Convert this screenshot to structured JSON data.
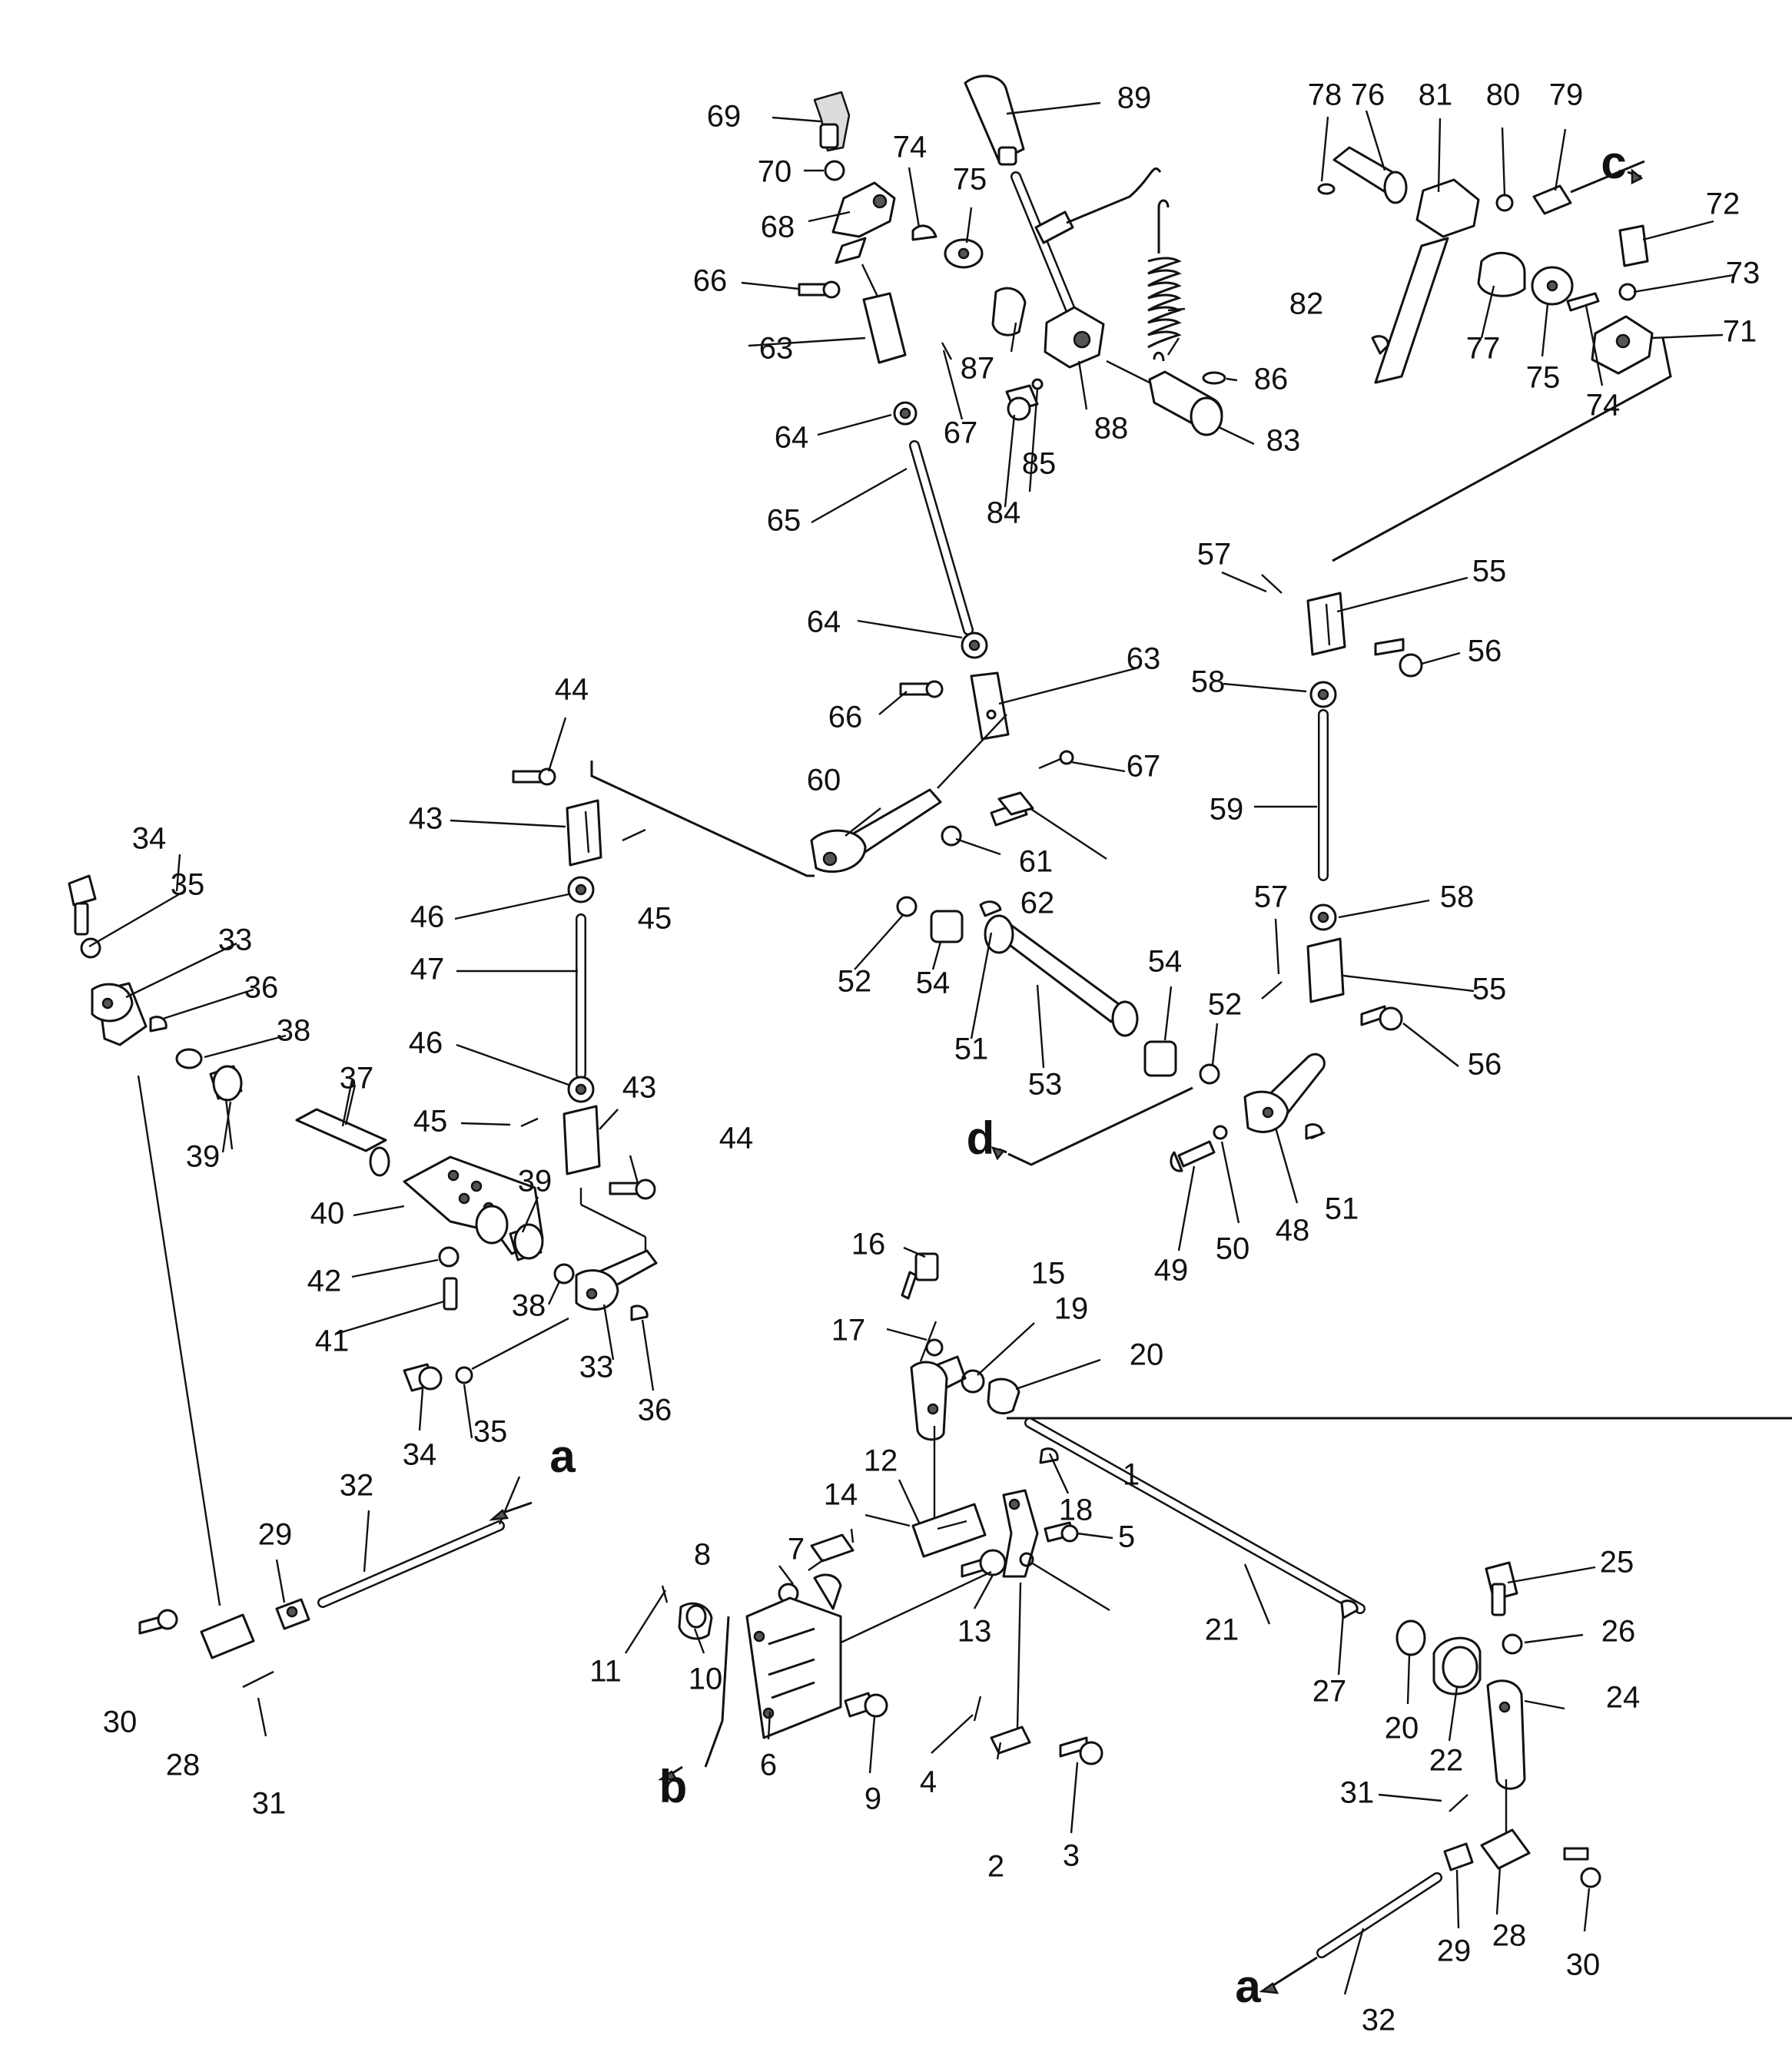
{
  "diagram": {
    "part_labels": [
      "1",
      "2",
      "3",
      "4",
      "5",
      "6",
      "7",
      "8",
      "9",
      "10",
      "11",
      "12",
      "13",
      "14",
      "15",
      "16",
      "17",
      "18",
      "19",
      "20",
      "20",
      "21",
      "22",
      "24",
      "25",
      "26",
      "27",
      "28",
      "28",
      "29",
      "29",
      "30",
      "30",
      "31",
      "31",
      "32",
      "32",
      "33",
      "33",
      "34",
      "34",
      "35",
      "35",
      "36",
      "36",
      "37",
      "38",
      "38",
      "39",
      "39",
      "40",
      "41",
      "42",
      "43",
      "43",
      "44",
      "44",
      "45",
      "45",
      "46",
      "46",
      "47",
      "48",
      "49",
      "50",
      "51",
      "51",
      "52",
      "52",
      "53",
      "54",
      "54",
      "55",
      "55",
      "56",
      "56",
      "57",
      "57",
      "58",
      "58",
      "59",
      "60",
      "61",
      "62",
      "63",
      "63",
      "64",
      "64",
      "65",
      "66",
      "66",
      "67",
      "67",
      "68",
      "69",
      "70",
      "71",
      "72",
      "73",
      "74",
      "74",
      "75",
      "75",
      "76",
      "77",
      "78",
      "79",
      "80",
      "81",
      "82",
      "83",
      "84",
      "85",
      "86",
      "87",
      "88",
      "89"
    ],
    "reference_labels": [
      "a",
      "a",
      "b",
      "c",
      "d"
    ]
  }
}
